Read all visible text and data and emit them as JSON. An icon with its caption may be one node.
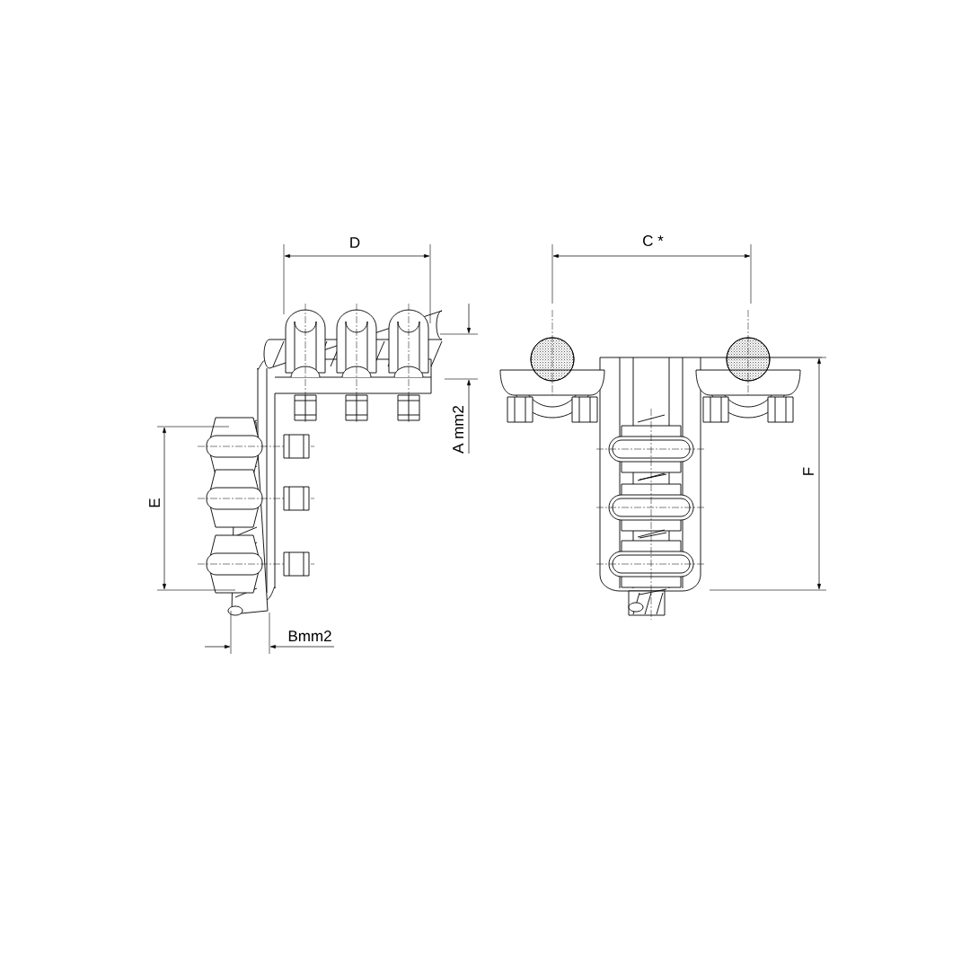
{
  "diagram": {
    "labels": [
      "D",
      "C *",
      "A mm2",
      "E",
      "F",
      "Bmm2"
    ]
  }
}
